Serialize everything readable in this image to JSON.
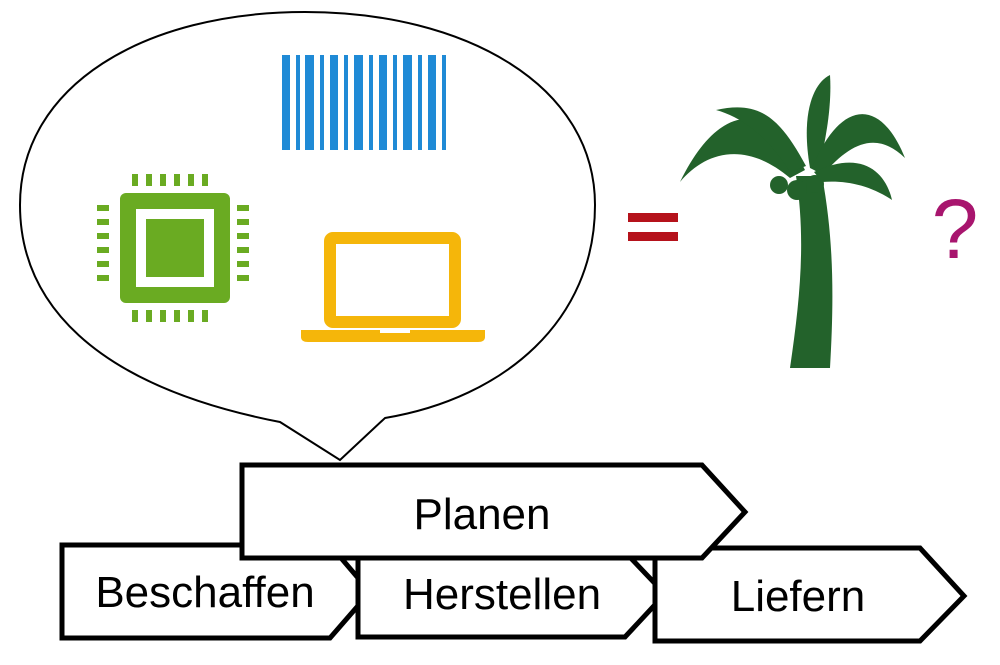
{
  "icons": {
    "chip": "chip-icon",
    "barcode": "barcode-icon",
    "laptop": "laptop-icon",
    "palm": "palm-tree-icon"
  },
  "equals_sign": "=",
  "question_mark": "?",
  "process_steps": {
    "plan": "Planen",
    "source": "Beschaffen",
    "make": "Herstellen",
    "deliver": "Liefern"
  },
  "colors": {
    "chip": "#6aab22",
    "barcode": "#1f8ad6",
    "laptop": "#f5b60a",
    "palm": "#23622b",
    "equals": "#b5121b",
    "question": "#a8156e",
    "outline": "#000000"
  }
}
